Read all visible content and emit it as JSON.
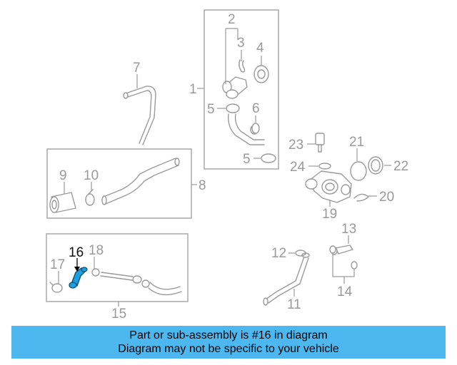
{
  "callouts": {
    "c1": "1",
    "c2": "2",
    "c3": "3",
    "c4": "4",
    "c5a": "5",
    "c5b": "5",
    "c6": "6",
    "c7": "7",
    "c8": "8",
    "c9": "9",
    "c10": "10",
    "c11": "11",
    "c12": "12",
    "c13": "13",
    "c14": "14",
    "c15": "15",
    "c16": "16",
    "c17": "17",
    "c18": "18",
    "c19": "19",
    "c20": "20",
    "c21": "21",
    "c22": "22",
    "c23": "23",
    "c24": "24"
  },
  "highlight": {
    "part_number": "16",
    "color": "#1a9fe0"
  },
  "colors": {
    "line_art": "#9a9a9a",
    "banner": "#4db8f0"
  },
  "banner": {
    "line1": "Part or sub-assembly is #16 in diagram",
    "line2": "Diagram may not be specific to your vehicle"
  }
}
